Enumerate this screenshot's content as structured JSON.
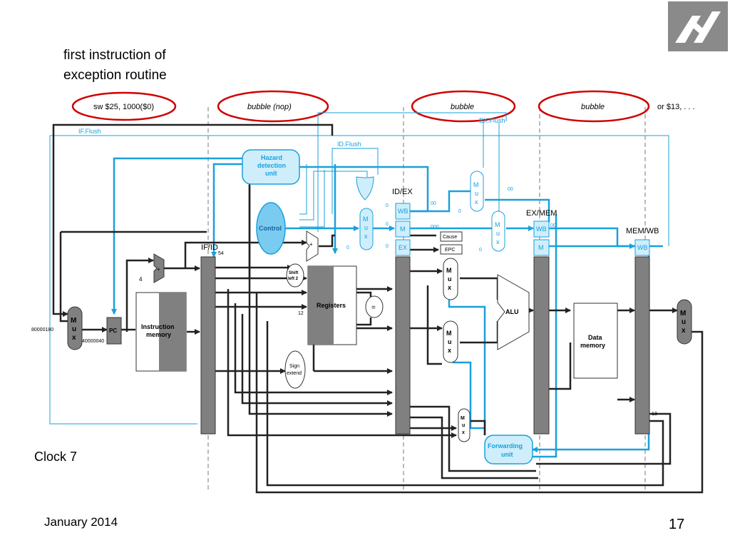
{
  "slide": {
    "header_line1": "first instruction of",
    "header_line2": "exception routine",
    "clock_label": "Clock 7",
    "footer_date": "January  2014",
    "page_number": "17"
  },
  "pipeline_instructions": {
    "i1": "sw $25, 1000($0)",
    "i2": "bubble (nop)",
    "i3": "bubble",
    "i4": "bubble",
    "i5": "or $13, . . ."
  },
  "flush_labels": {
    "if_flush": "IF.Flush",
    "id_flush": "ID.Flush",
    "ex_flush": "EX.Flush"
  },
  "stage_registers": {
    "if_id": "IF/ID",
    "id_ex": "ID/EX",
    "ex_mem": "EX/MEM",
    "mem_wb": "MEM/WB"
  },
  "units": {
    "hazard1": "Hazard",
    "hazard2": "detection",
    "hazard3": "unit",
    "control": "Control",
    "forward1": "Forwarding",
    "forward2": "unit",
    "registers": "Registers",
    "imem1": "Instruction",
    "imem2": "memory",
    "dmem1": "Data",
    "dmem2": "memory",
    "alu": "ALU",
    "pc": "PC",
    "shift1": "Shift",
    "shift2": "left 2",
    "sign1": "Sign",
    "sign2": "extend",
    "cause": "Cause",
    "epc": "EPC"
  },
  "fields": {
    "wb": "WB",
    "m": "M",
    "ex": "EX"
  },
  "signals": {
    "addr_exception": "80000180",
    "addr_alt": "40000040",
    "four": "4",
    "plus": "+",
    "equals": "=",
    "twelve": "12",
    "fiftyfour": "54",
    "thirteen": "13",
    "zero": "0",
    "double_zero": "00",
    "triple_zero": "000"
  },
  "colors": {
    "oval_red": "#d00000",
    "blue_line": "#1aa0dc",
    "blue_fill": "#cfeefb",
    "gray_reg": "#808080"
  }
}
